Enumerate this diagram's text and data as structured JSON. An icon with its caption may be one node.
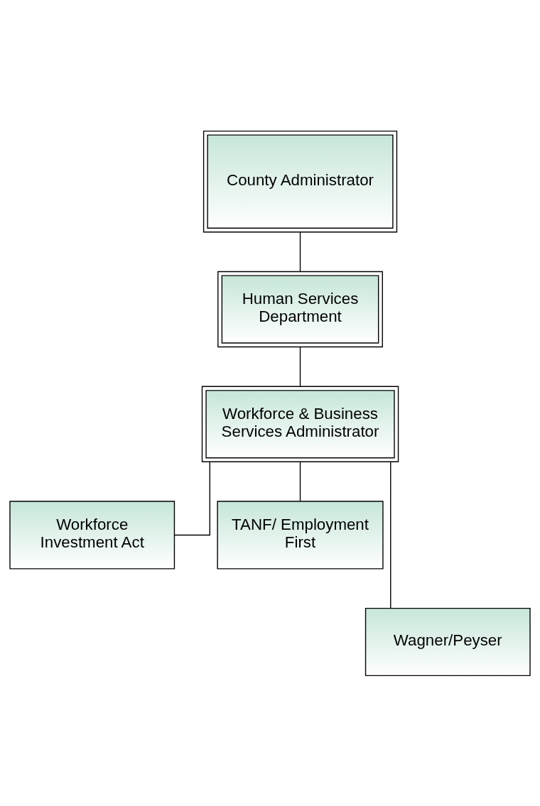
{
  "diagram": {
    "nodes": [
      {
        "text": [
          "County Administrator"
        ]
      },
      {
        "text": [
          "Human Services Department"
        ]
      },
      {
        "text": [
          "Workforce & Business Services Administrator"
        ]
      },
      {
        "text": [
          "Workforce Investment Act"
        ]
      },
      {
        "text": [
          "TANF/ Employment First"
        ]
      },
      {
        "text": [
          "Wagner/Peyser"
        ]
      }
    ],
    "edges": [
      {
        "from": 0,
        "to": 1,
        "arrow": "none"
      },
      {
        "from": 1,
        "to": 2,
        "arrow": "none"
      },
      {
        "from": 2,
        "to": 3,
        "arrow": "none"
      },
      {
        "from": 2,
        "to": 4,
        "arrow": "none"
      },
      {
        "from": 2,
        "to": 5,
        "arrow": "none"
      }
    ]
  }
}
